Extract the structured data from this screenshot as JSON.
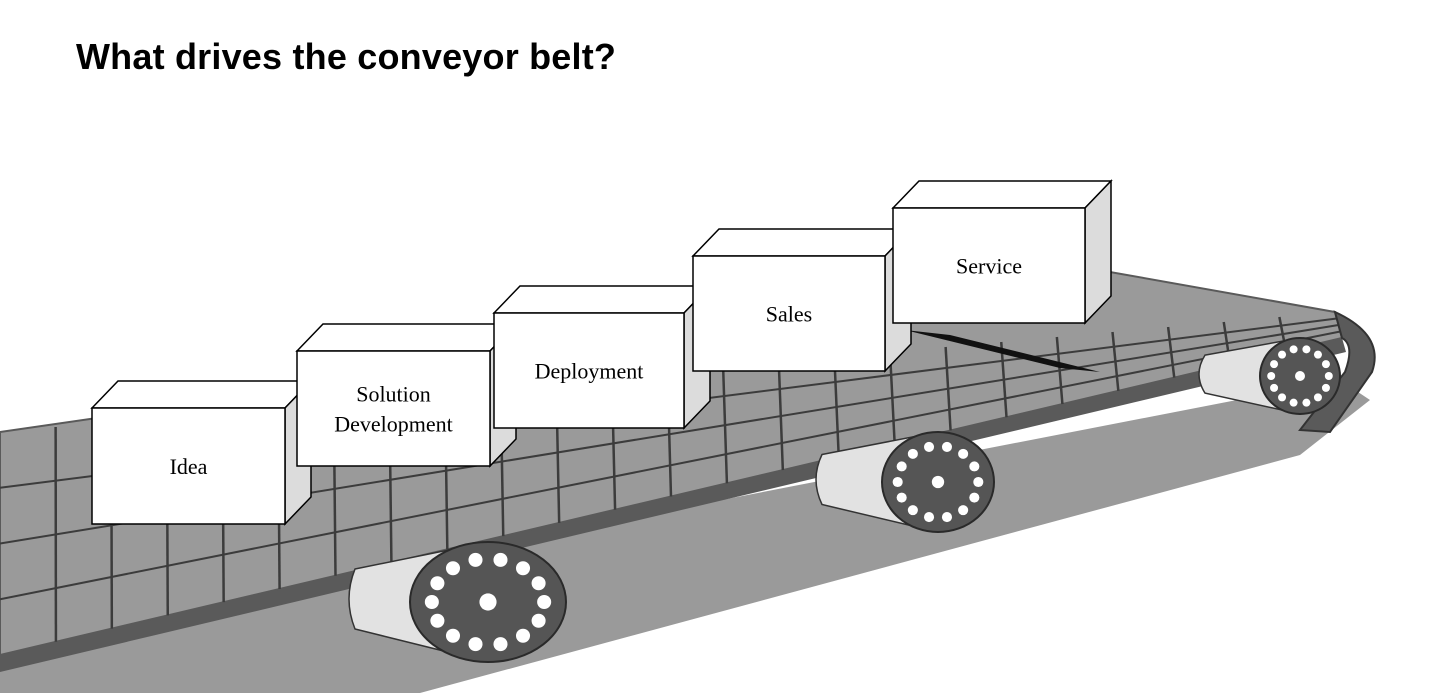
{
  "title": "What drives the conveyor belt?",
  "stages": [
    {
      "lines": [
        "Idea"
      ]
    },
    {
      "lines": [
        "Solution",
        "Development"
      ]
    },
    {
      "lines": [
        "Deployment"
      ]
    },
    {
      "lines": [
        "Sales"
      ]
    },
    {
      "lines": [
        "Service"
      ]
    }
  ],
  "colors": {
    "belt_top": "#9a9a9a",
    "belt_edge": "#5a5a5a",
    "slat_line": "#3c3c3c",
    "roller_body": "#e2e2e2",
    "roller_face": "#555555",
    "roller_hole": "#ffffff",
    "box_front": "#ffffff",
    "box_top": "#ffffff",
    "box_side": "#dcdcdc",
    "box_stroke": "#000000"
  }
}
